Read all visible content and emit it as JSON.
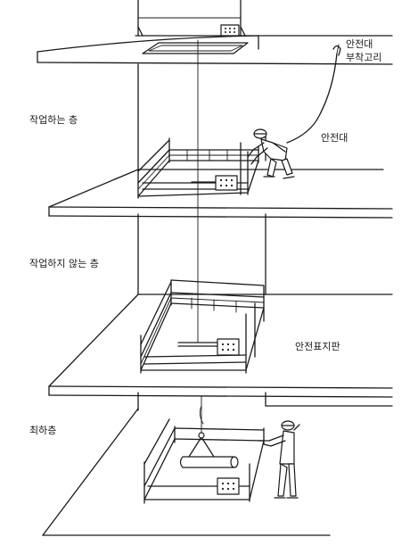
{
  "labels": {
    "harness_line": "안전대",
    "harness_anchor_line1": "안전대",
    "harness_anchor_line2": "부착고리",
    "working_floor": "작업하는 층",
    "non_working_floor": "작업하지 않는 층",
    "safety_sign": "안전표지판",
    "lowest_floor": "최하층"
  },
  "colors": {
    "ink": "#1a1a1a",
    "paper": "#ffffff"
  }
}
